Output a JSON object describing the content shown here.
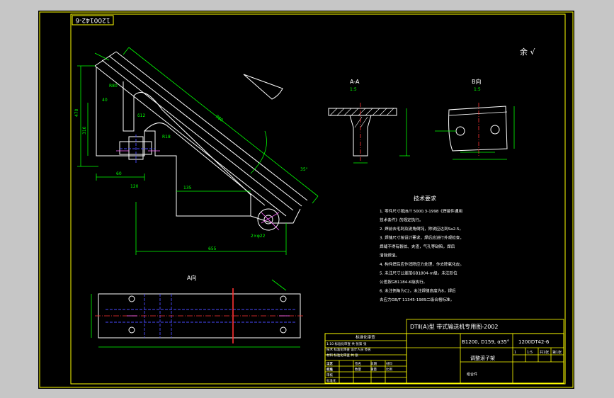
{
  "viewport": {
    "background": "#c6c6c6",
    "canvas_bg": "#000000"
  },
  "colors": {
    "frame": "#ffff00",
    "outline": "#ffffff",
    "dimension": "#00ff00",
    "center": "#ff3333",
    "hidden": "#4a4aff",
    "annotation": "#ff66ff",
    "hatch": "#ffffff"
  },
  "drawing": {
    "corner_code": "1200142-6",
    "roughness_note": "余 √",
    "section_a_label": "A-A",
    "section_a_scale": "1:5",
    "view_b_label": "B向",
    "view_b_scale": "1:5",
    "bottom_view_label": "A向",
    "tech_requirements_title": "技术要求",
    "tech_requirements": [
      "1. 零件尺寸按JB/T 5000.3-1998《焊接件通用",
      "   技术条件》的规定执行。",
      "2. 焊前去毛刺及锐角倒钝，除锈应达到Sa2.5。",
      "3. 焊缝尺寸按设计要求，焊后应进行外观检查，",
      "   焊缝不得有裂纹、夹渣，气孔等缺陷，焊后",
      "   清除焊渣。",
      "4. 构件焊后应作消除应力处理，作去除氧化皮。",
      "5. 未注尺寸公差按GB1804-m级，未注形位",
      "   公差按GB1184-K级执行。",
      "6. 未注倒角为C2，未注焊缝高度为8，焊后",
      "   去应力GB/T 11345-1989二级合格标准，"
    ],
    "title_block": {
      "series": "DTⅡ(A)型  带式输送机专用图-2002",
      "spec": "B1200, D159, α35°",
      "drawing_no": "1200DT42-6",
      "part_name": "调整滚子架",
      "material": "组合件",
      "change_table_title": "标准化审查",
      "change_notes": [
        "1:10 标准化审查 共 张第 张",
        "技术 标准化审查 设计人员 签名",
        "材料 标准化审查 共 张"
      ],
      "roles": [
        "设计",
        "校核",
        "审核",
        "标准化",
        "工艺",
        "批准"
      ],
      "cols": [
        "签名",
        "日期",
        "材料",
        "数量",
        "重量",
        "比例"
      ],
      "small_cells": [
        "1",
        "1:5",
        "共1张",
        "第1张"
      ]
    },
    "dimension_labels": {
      "overall_width": "980",
      "bottom_run": "655",
      "height_main": "470",
      "height_lower": "310",
      "radius_a": "R80",
      "radius_b": "R18",
      "angle": "35°",
      "hole": "2×φ22",
      "plate": "δ12",
      "offset_a": "135",
      "offset_b": "60",
      "offset_c": "40",
      "offset_d": "120"
    }
  }
}
